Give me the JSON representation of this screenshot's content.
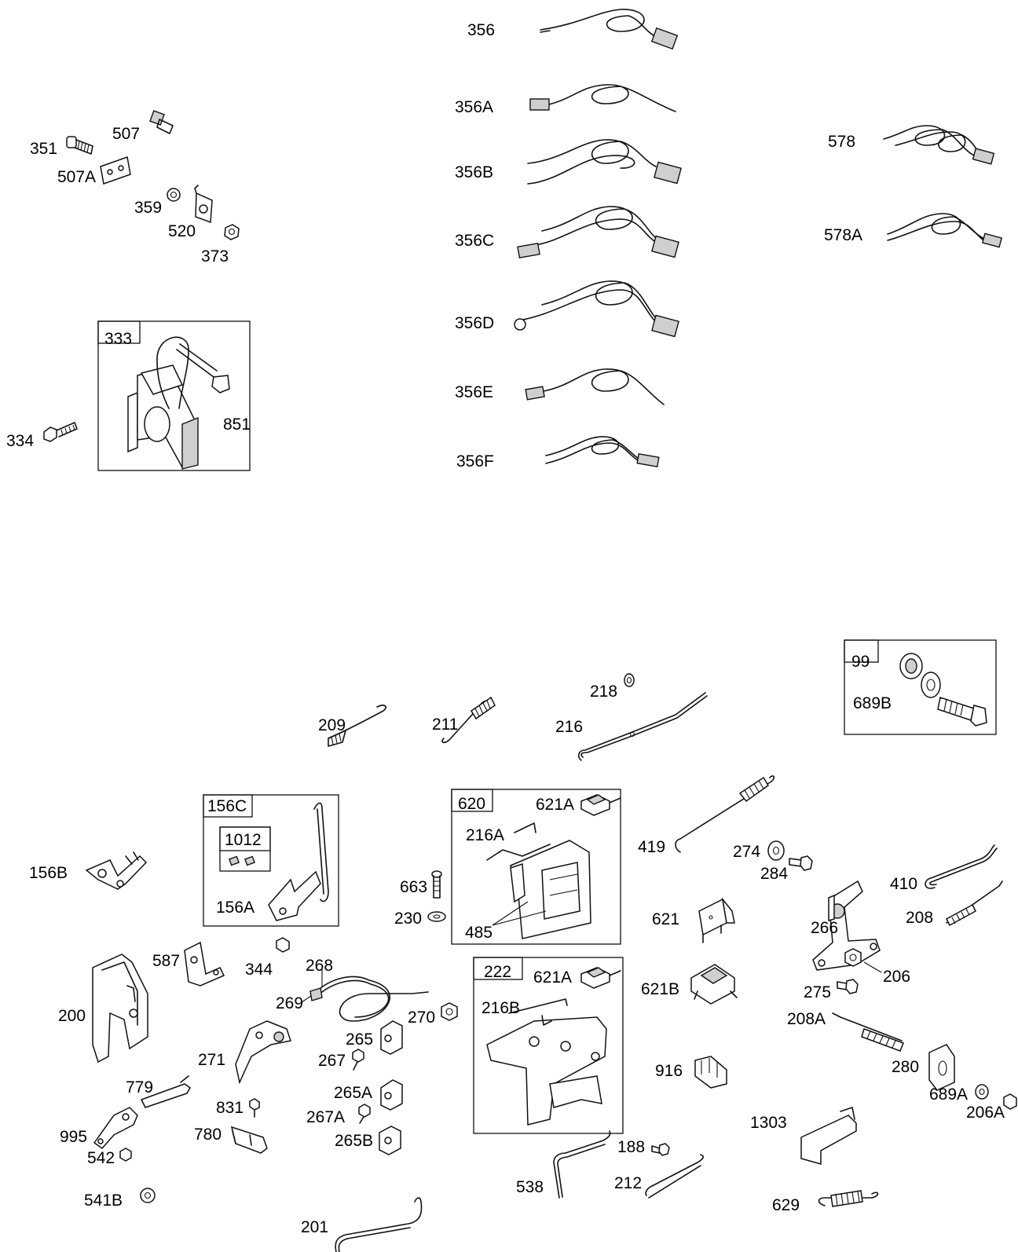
{
  "labels": {
    "l356": "356",
    "l356A": "356A",
    "l356B": "356B",
    "l356C": "356C",
    "l356D": "356D",
    "l356E": "356E",
    "l356F": "356F",
    "l578": "578",
    "l578A": "578A",
    "l351": "351",
    "l507": "507",
    "l507A": "507A",
    "l359": "359",
    "l520": "520",
    "l373": "373",
    "l333": "333",
    "l334": "334",
    "l851": "851",
    "l99": "99",
    "l689B": "689B",
    "l218": "218",
    "l209": "209",
    "l211": "211",
    "l216": "216",
    "l156C": "156C",
    "l1012": "1012",
    "l156B": "156B",
    "l156A": "156A",
    "l620": "620",
    "l621A_1": "621A",
    "l216A": "216A",
    "l663": "663",
    "l230": "230",
    "l485": "485",
    "l419": "419",
    "l274": "274",
    "l284": "284",
    "l410": "410",
    "l208": "208",
    "l266": "266",
    "l621": "621",
    "l206": "206",
    "l621B": "621B",
    "l275": "275",
    "l587": "587",
    "l344": "344",
    "l268": "268",
    "l269": "269",
    "l270": "270",
    "l200": "200",
    "l222": "222",
    "l621A_2": "621A",
    "l216B": "216B",
    "l208A": "208A",
    "l265": "265",
    "l267": "267",
    "l271": "271",
    "l916": "916",
    "l280": "280",
    "l779": "779",
    "l265A": "265A",
    "l831": "831",
    "l267A": "267A",
    "l689A": "689A",
    "l206A": "206A",
    "l995": "995",
    "l780": "780",
    "l265B": "265B",
    "l1303": "1303",
    "l542": "542",
    "l188": "188",
    "l538": "538",
    "l212": "212",
    "l541B": "541B",
    "l629": "629",
    "l201": "201"
  }
}
